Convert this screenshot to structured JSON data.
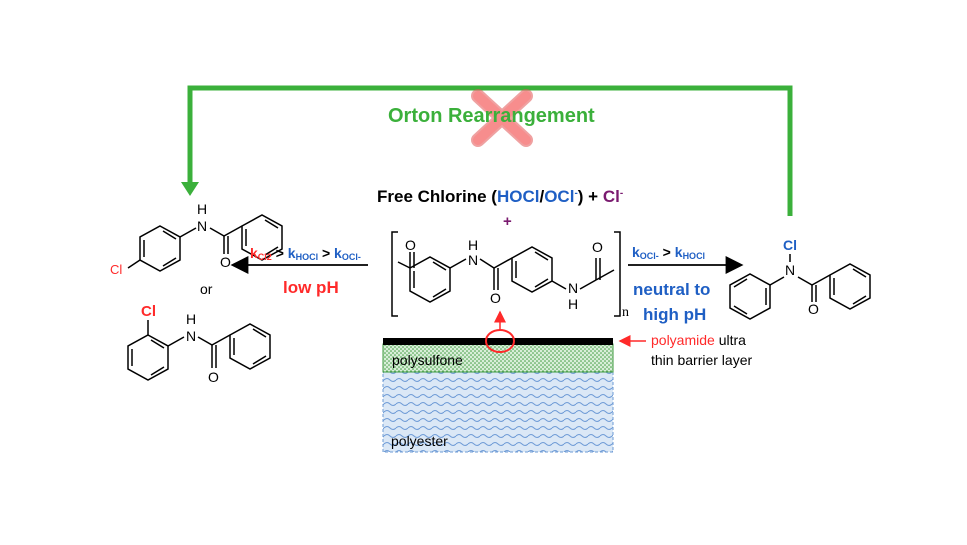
{
  "colors": {
    "green": "#3bb03b",
    "blue": "#1f5fc4",
    "red": "#ff2a2a",
    "purple": "#7a1a6f",
    "support_fill": "#dbe8f6",
    "polysulfone_fill": "#d8eed8"
  },
  "title": {
    "orton": "Orton Rearrangement"
  },
  "center": {
    "free_chlorine_prefix": "Free Chlorine (",
    "hocl": "HOCl",
    "slash": "/",
    "ocl": "OCl",
    "minus": "-",
    "close_plus": ") + ",
    "cl": "Cl",
    "cl_minus": "-",
    "plus": "+"
  },
  "left_rate": {
    "k": "k",
    "cl2": "Cl2",
    "gt": " > ",
    "hocl": "HOCl",
    "ocl": "OCl-"
  },
  "right_rate": {
    "k": "k",
    "ocl": "OCl-",
    "gt": " > ",
    "hocl": "HOCl"
  },
  "conditions": {
    "low_ph": "low pH",
    "neutral_line1": "neutral to",
    "neutral_line2": "high pH",
    "or": "or"
  },
  "membrane": {
    "polysulfone": "polysulfone",
    "polyester": "polyester",
    "barrier_red": "polyamide",
    "barrier_rest": " ultra",
    "barrier_line2": "thin barrier layer"
  },
  "atoms": {
    "H": "H",
    "N": "N",
    "O": "O",
    "Cl": "Cl",
    "n": "n"
  }
}
